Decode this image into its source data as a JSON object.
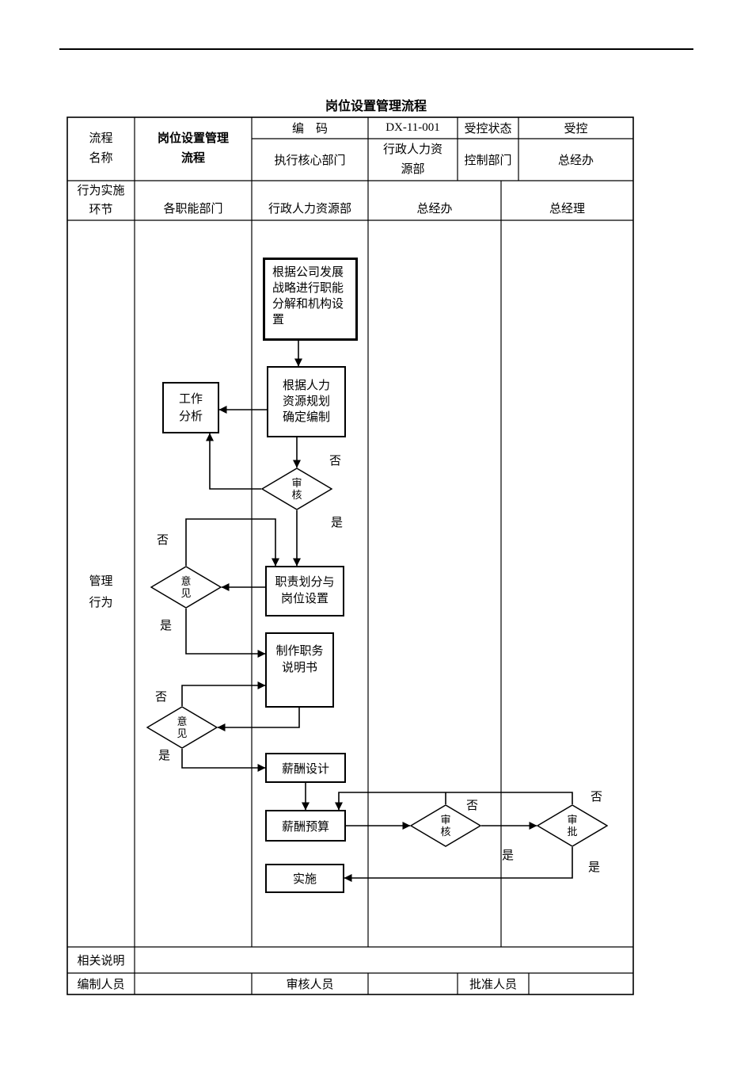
{
  "doc_title": "岗位设置管理流程",
  "info_table": {
    "process_name_label": "流程名称",
    "process_name_value": "岗位设置管理流程",
    "code_label": "编　码",
    "code_value": "DX-11-001",
    "control_status_label": "受控状态",
    "control_status_value": "受控",
    "core_dept_label": "执行核心部门",
    "core_dept_value": "行政人力资源部",
    "control_dept_label": "控制部门",
    "control_dept_value": "总经办"
  },
  "lanes": {
    "row_label": "行为实施环节",
    "columns": [
      "各职能部门",
      "行政人力资源部",
      "总经办",
      "总经理"
    ]
  },
  "flow": {
    "section_label": "管理行为",
    "yes_label": "是",
    "no_label": "否",
    "nodes": {
      "strategy": "根据公司发展战略进行职能分解和机构设置",
      "staffing": "根据人力资源规划确定编制",
      "job_analysis": "工作分析",
      "review1": "审核",
      "duty_division": "职责划分与岗位设置",
      "opinion1": "意见",
      "job_description": "制作职务说明书",
      "opinion2": "意见",
      "salary_design": "薪酬设计",
      "salary_budget": "薪酬预算",
      "review2": "审核",
      "approval": "审批",
      "implementation": "实施"
    }
  },
  "footer": {
    "notes_label": "相关说明",
    "prepared_label": "编制人员",
    "reviewed_label": "审核人员",
    "approved_label": "批准人员"
  }
}
